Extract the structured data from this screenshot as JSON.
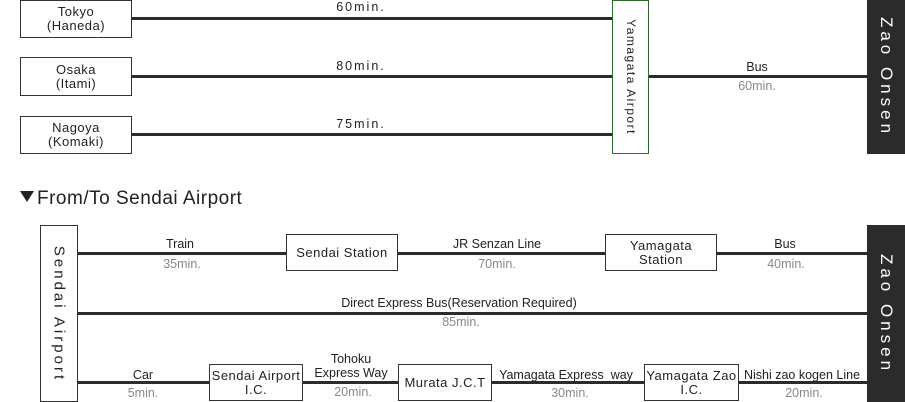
{
  "top": {
    "origins": [
      {
        "line1": "Tokyo",
        "line2": "(Haneda)",
        "duration": "60min."
      },
      {
        "line1": "Osaka",
        "line2": "(Itami)",
        "duration": "80min."
      },
      {
        "line1": "Nagoya",
        "line2": "(Komaki)",
        "duration": "75min."
      }
    ],
    "airport": "Yamagata Airport",
    "bus_label": "Bus",
    "bus_time": "60min.",
    "destination": "Zao Onsen"
  },
  "section_title": "From/To Sendai Airport",
  "bottom": {
    "origin": "Sendai Airport",
    "destination": "Zao Onsen",
    "route1": {
      "train_label": "Train",
      "train_time": "35min.",
      "station1": "Sendai Station",
      "line_label": "JR Senzan Line",
      "line_time": "70min.",
      "station2": "Yamagata Station",
      "bus_label": "Bus",
      "bus_time": "40min."
    },
    "route2": {
      "label": "Direct Express Bus(Reservation Required)",
      "time": "85min."
    },
    "route3": {
      "car_label": "Car",
      "car_time": "5min.",
      "ic1_line1": "Sendai Airport",
      "ic1_line2": "I.C.",
      "tohoku_line1": "Tohoku",
      "tohoku_line2": "Express Way",
      "tohoku_time": "20min.",
      "jct": "Murata J.C.T",
      "yamagata_exp_label": "Yamagata Express  way",
      "yamagata_exp_time": "30min.",
      "ic2_line1": "Yamagata Zao",
      "ic2_line2": "I.C.",
      "nishizao_label": "Nishi zao kogen Line",
      "nishizao_time": "20min."
    }
  }
}
